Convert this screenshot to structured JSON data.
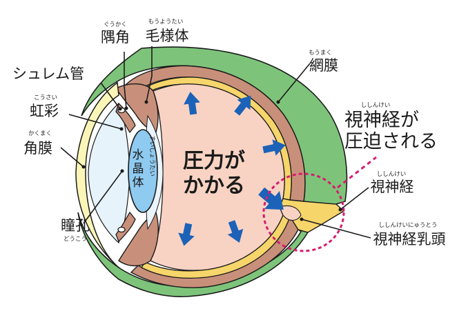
{
  "labels": {
    "gukaku": {
      "text": "隅角",
      "ruby": "ぐうかく"
    },
    "mouyoutai": {
      "text": "毛様体",
      "ruby": "もうようたい"
    },
    "schlemm": {
      "text": "シュレム管"
    },
    "kousai": {
      "text": "虹彩",
      "ruby": "こうさい"
    },
    "kakumaku": {
      "text": "角膜",
      "ruby": "かくまく"
    },
    "doukou": {
      "text": "瞳孔",
      "ruby": "どうこう"
    },
    "suishoutai": {
      "text": "水晶体",
      "ruby": "すいしょうたい"
    },
    "moumaku": {
      "text": "網膜",
      "ruby": "もうまく"
    },
    "shinkei": {
      "text": "視神経",
      "ruby": "ししんけい"
    },
    "nyuutou": {
      "text": "視神経乳頭",
      "ruby": "ししんけいにゅうとう"
    }
  },
  "pressure": {
    "line1": "圧力が",
    "line2": "かかる"
  },
  "compression": {
    "ruby": "ししんけい",
    "line1": "視神経が",
    "line2": "圧迫される"
  },
  "colors": {
    "sclera": "#7dc47a",
    "choroid": "#c8907a",
    "retina": "#f6d56a",
    "vitreous": "#f8d3c3",
    "lens": "#8fcaf0",
    "anterior": "#e6f3fb",
    "cornea": "#fbf6b8",
    "arrow": "#1c62b8",
    "highlight": "#d81b6f"
  }
}
